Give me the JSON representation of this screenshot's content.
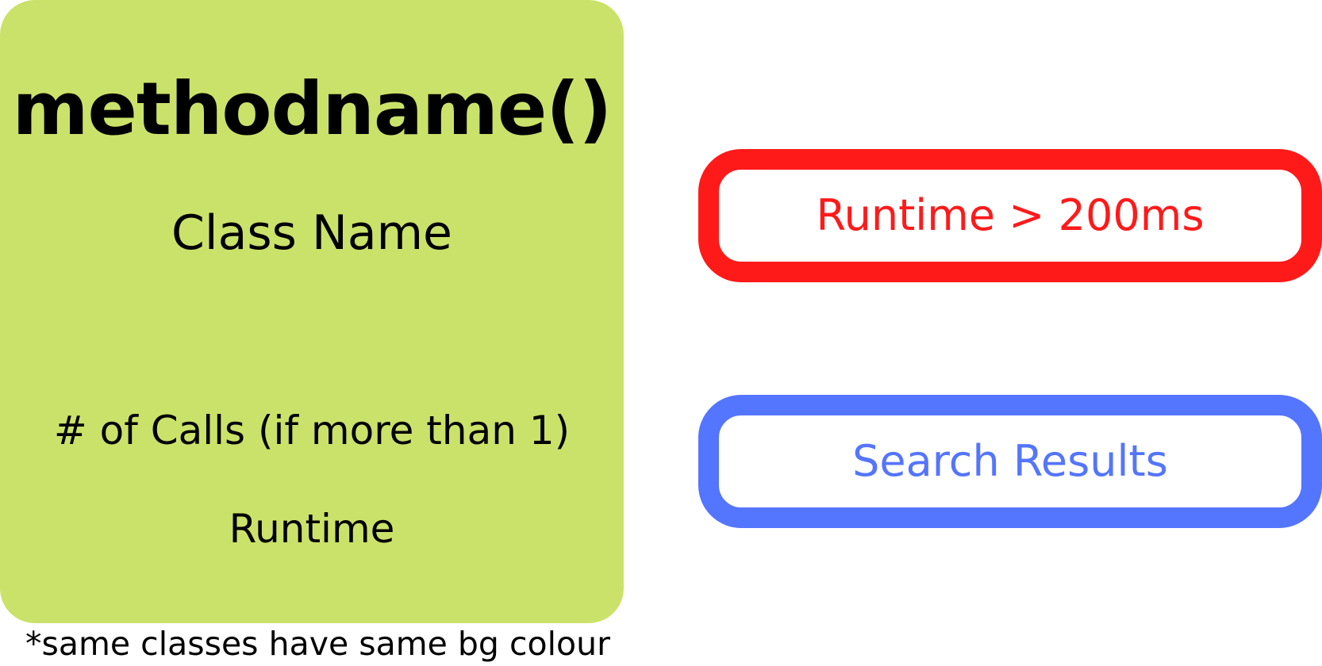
{
  "node_card": {
    "method_name": "methodname()",
    "class_name": "Class Name",
    "call_count": "# of Calls (if more than 1)",
    "runtime": "Runtime",
    "bg_color": "#cbe26a"
  },
  "footnote": "*same classes have same bg colour",
  "legend": {
    "slow_runtime": {
      "label": "Runtime > 200ms",
      "color": "#ff1a1a"
    },
    "search_results": {
      "label": "Search Results",
      "color": "#5475fe"
    }
  }
}
